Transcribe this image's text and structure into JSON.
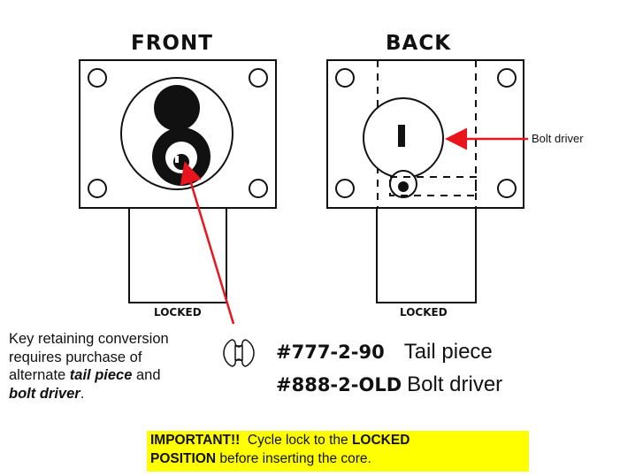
{
  "front": {
    "title": "FRONT",
    "locked_label": "LOCKED"
  },
  "back": {
    "title": "BACK",
    "locked_label": "LOCKED",
    "callout": "Bolt driver"
  },
  "note": {
    "line1": "Key retaining conversion requires purchase of alternate ",
    "tail_piece": "tail piece",
    "and": " and ",
    "bolt_driver": "bolt driver",
    "end": "."
  },
  "parts": [
    {
      "number": "#777-2-90",
      "name": "Tail piece"
    },
    {
      "number": "#888-2-OLD",
      "name": "Bolt driver"
    }
  ],
  "important": {
    "lead": "IMPORTANT!!",
    "text1": "  Cycle lock to the ",
    "locked": "LOCKED",
    "position": "POSITION",
    "text2": " before inserting the core."
  },
  "colors": {
    "arrow": "#e8151c",
    "highlight": "#ffff00"
  }
}
